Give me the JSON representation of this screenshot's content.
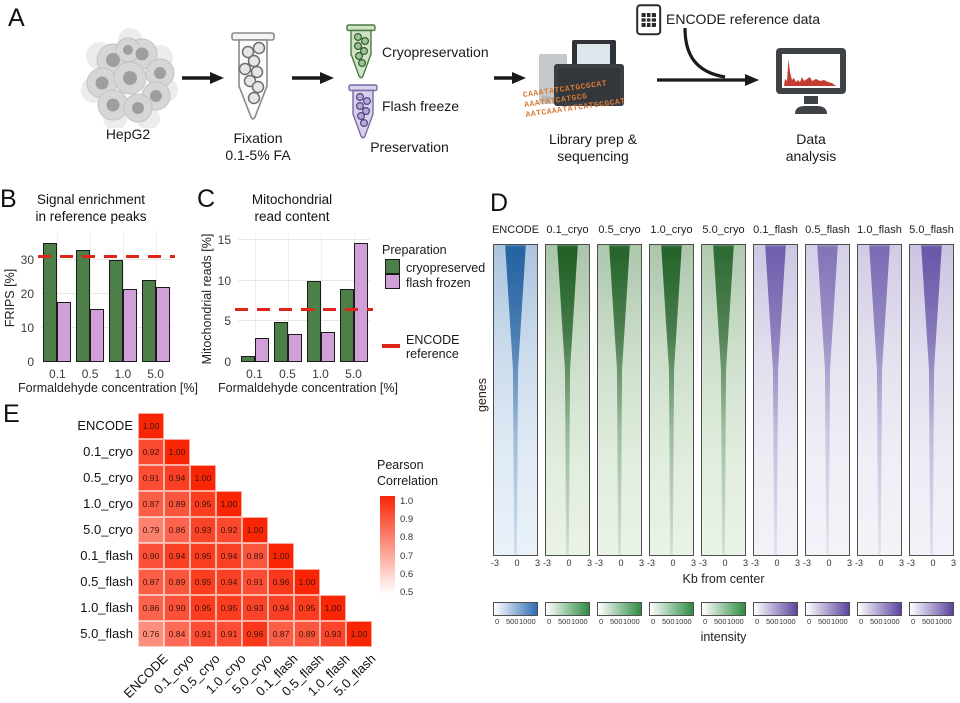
{
  "figure": {
    "panel_labels": {
      "a": "A",
      "b": "B",
      "c": "C",
      "d": "D",
      "e": "E"
    },
    "panel_a": {
      "hepg2": "HepG2",
      "fixation": [
        "Fixation",
        "0.1-5% FA"
      ],
      "cryopreservation": "Cryopreservation",
      "flash_freeze": "Flash freeze",
      "preservation": "Preservation",
      "library": [
        "Library prep &",
        "sequencing"
      ],
      "encode_ref": "ENCODE reference data",
      "data_analysis": [
        "Data",
        "analysis"
      ],
      "dna_lines": [
        "CAAATATCATGCGCAT",
        "AAATATCATGCG",
        "AATCAAATATCATGCGCAT"
      ]
    },
    "legend": {
      "title": "Preparation",
      "items": [
        {
          "label": "cryopreserved",
          "color": "#4d8049"
        },
        {
          "label": "flash frozen",
          "color": "#d2a0d9"
        }
      ],
      "reference": {
        "label_lines": [
          "ENCODE",
          "reference"
        ],
        "color": "#e02417"
      }
    }
  },
  "chart_data": [
    {
      "id": "frips",
      "type": "bar",
      "title": "Signal enrichment in reference peaks",
      "title_lines": [
        "Signal enrichment",
        "in reference peaks"
      ],
      "xlabel": "Formaldehyde concentration [%]",
      "ylabel": "FRIPS [%]",
      "categories": [
        "0.1",
        "0.5",
        "1.0",
        "5.0"
      ],
      "series": [
        {
          "name": "cryopreserved",
          "color": "#4d8049",
          "values": [
            35,
            33,
            30,
            24
          ]
        },
        {
          "name": "flash frozen",
          "color": "#d2a0d9",
          "values": [
            17.5,
            15.5,
            21.5,
            22
          ]
        }
      ],
      "reference_line": {
        "label": "ENCODE reference",
        "value": 31,
        "color": "#e02417"
      },
      "ylim": [
        0,
        38.8
      ],
      "yticks": [
        0,
        10,
        20,
        30
      ]
    },
    {
      "id": "mito",
      "type": "bar",
      "title": "Mitochondrial read content",
      "title_lines": [
        "Mitochondrial",
        "read content"
      ],
      "xlabel": "Formaldehyde concentration [%]",
      "ylabel": "Mitochondrial reads [%]",
      "categories": [
        "0.1",
        "0.5",
        "1.0",
        "5.0"
      ],
      "series": [
        {
          "name": "cryopreserved",
          "color": "#4d8049",
          "values": [
            0.7,
            4.9,
            10,
            9
          ]
        },
        {
          "name": "flash frozen",
          "color": "#d2a0d9",
          "values": [
            2.9,
            3.5,
            3.7,
            14.7
          ]
        }
      ],
      "reference_line": {
        "label": "ENCODE reference",
        "value": 6.5,
        "color": "#e02417"
      },
      "ylim": [
        0,
        15.9
      ],
      "yticks": [
        0,
        5,
        10,
        15
      ]
    },
    {
      "id": "profiles",
      "type": "heatmap",
      "ylabel": "genes",
      "xlabel": "Kb from center",
      "xticks": [
        "-3",
        "0",
        "3"
      ],
      "colorbar_label": "intensity",
      "colorbar_ticks": [
        "0",
        "500",
        "1000"
      ],
      "columns": [
        {
          "label": "ENCODE",
          "core": "#1c5c9e",
          "tint": "#e9f1f9",
          "bar": "#2e6db4",
          "strength": 1.0
        },
        {
          "label": "0.1_cryo",
          "core": "#17591d",
          "tint": "#e9f3e6",
          "bar": "#2f8c44",
          "strength": 1.0
        },
        {
          "label": "0.5_cryo",
          "core": "#17591d",
          "tint": "#e9f3e6",
          "bar": "#2f8c44",
          "strength": 0.95
        },
        {
          "label": "1.0_cryo",
          "core": "#17591d",
          "tint": "#e9f3e6",
          "bar": "#2f8c44",
          "strength": 0.97
        },
        {
          "label": "5.0_cryo",
          "core": "#17591d",
          "tint": "#e9f3e6",
          "bar": "#2f8c44",
          "strength": 0.9
        },
        {
          "label": "0.1_flash",
          "core": "#4a3397",
          "tint": "#f3f2f8",
          "bar": "#5d449f",
          "strength": 0.75
        },
        {
          "label": "0.5_flash",
          "core": "#4a3397",
          "tint": "#f4f3f8",
          "bar": "#5d449f",
          "strength": 0.62
        },
        {
          "label": "1.0_flash",
          "core": "#4a3397",
          "tint": "#f4f3f8",
          "bar": "#5d449f",
          "strength": 0.68
        },
        {
          "label": "5.0_flash",
          "core": "#4a3397",
          "tint": "#f3f2f8",
          "bar": "#5d449f",
          "strength": 0.8
        }
      ]
    },
    {
      "id": "pearson",
      "type": "heatmap",
      "labels": [
        "ENCODE",
        "0.1_cryo",
        "0.5_cryo",
        "1.0_cryo",
        "5.0_cryo",
        "0.1_flash",
        "0.5_flash",
        "1.0_flash",
        "5.0_flash"
      ],
      "matrix": [
        [
          1.0
        ],
        [
          0.92,
          1.0
        ],
        [
          0.91,
          0.94,
          1.0
        ],
        [
          0.87,
          0.89,
          0.95,
          1.0
        ],
        [
          0.79,
          0.86,
          0.93,
          0.92,
          1.0
        ],
        [
          0.9,
          0.94,
          0.95,
          0.94,
          0.89,
          1.0
        ],
        [
          0.87,
          0.89,
          0.95,
          0.94,
          0.91,
          0.96,
          1.0
        ],
        [
          0.86,
          0.9,
          0.95,
          0.95,
          0.93,
          0.94,
          0.95,
          1.0
        ],
        [
          0.76,
          0.84,
          0.91,
          0.91,
          0.96,
          0.87,
          0.89,
          0.93,
          1.0
        ]
      ],
      "legend_title_lines": [
        "Pearson",
        "Correlation"
      ],
      "legend_ticks": [
        "1.0",
        "0.9",
        "0.8",
        "0.7",
        "0.6",
        "0.5"
      ],
      "color_high": "#f92606",
      "color_low": "#ffffff"
    }
  ]
}
